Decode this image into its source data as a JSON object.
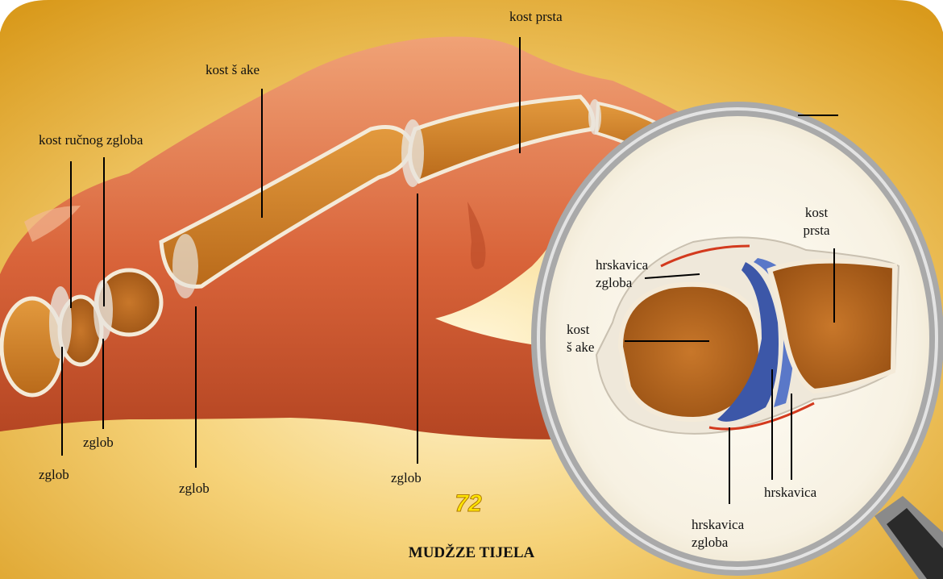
{
  "labels": {
    "kost_prsta_top": "kost prsta",
    "kost_sake_top": "kost š ake",
    "kost_rucnog_zgloba": "kost ručnog zgloba",
    "zglob_1": "zglob",
    "zglob_2": "zglob",
    "zglob_3": "zglob",
    "zglob_4": "zglob",
    "kost_prsta_zoom_1": "kost",
    "kost_prsta_zoom_2": "prsta",
    "hrskavica_zgloba_top_1": "hrskavica",
    "hrskavica_zgloba_top_2": "zgloba",
    "kost_sake_zoom_1": "kost",
    "kost_sake_zoom_2": "š ake",
    "hrskavica": "hrskavica",
    "hrskavica_zgloba_bottom_1": "hrskavica",
    "hrskavica_zgloba_bottom_2": "zgloba"
  },
  "footer": {
    "page_number": "72",
    "book_title": "MUDŽZE TIJELA"
  }
}
